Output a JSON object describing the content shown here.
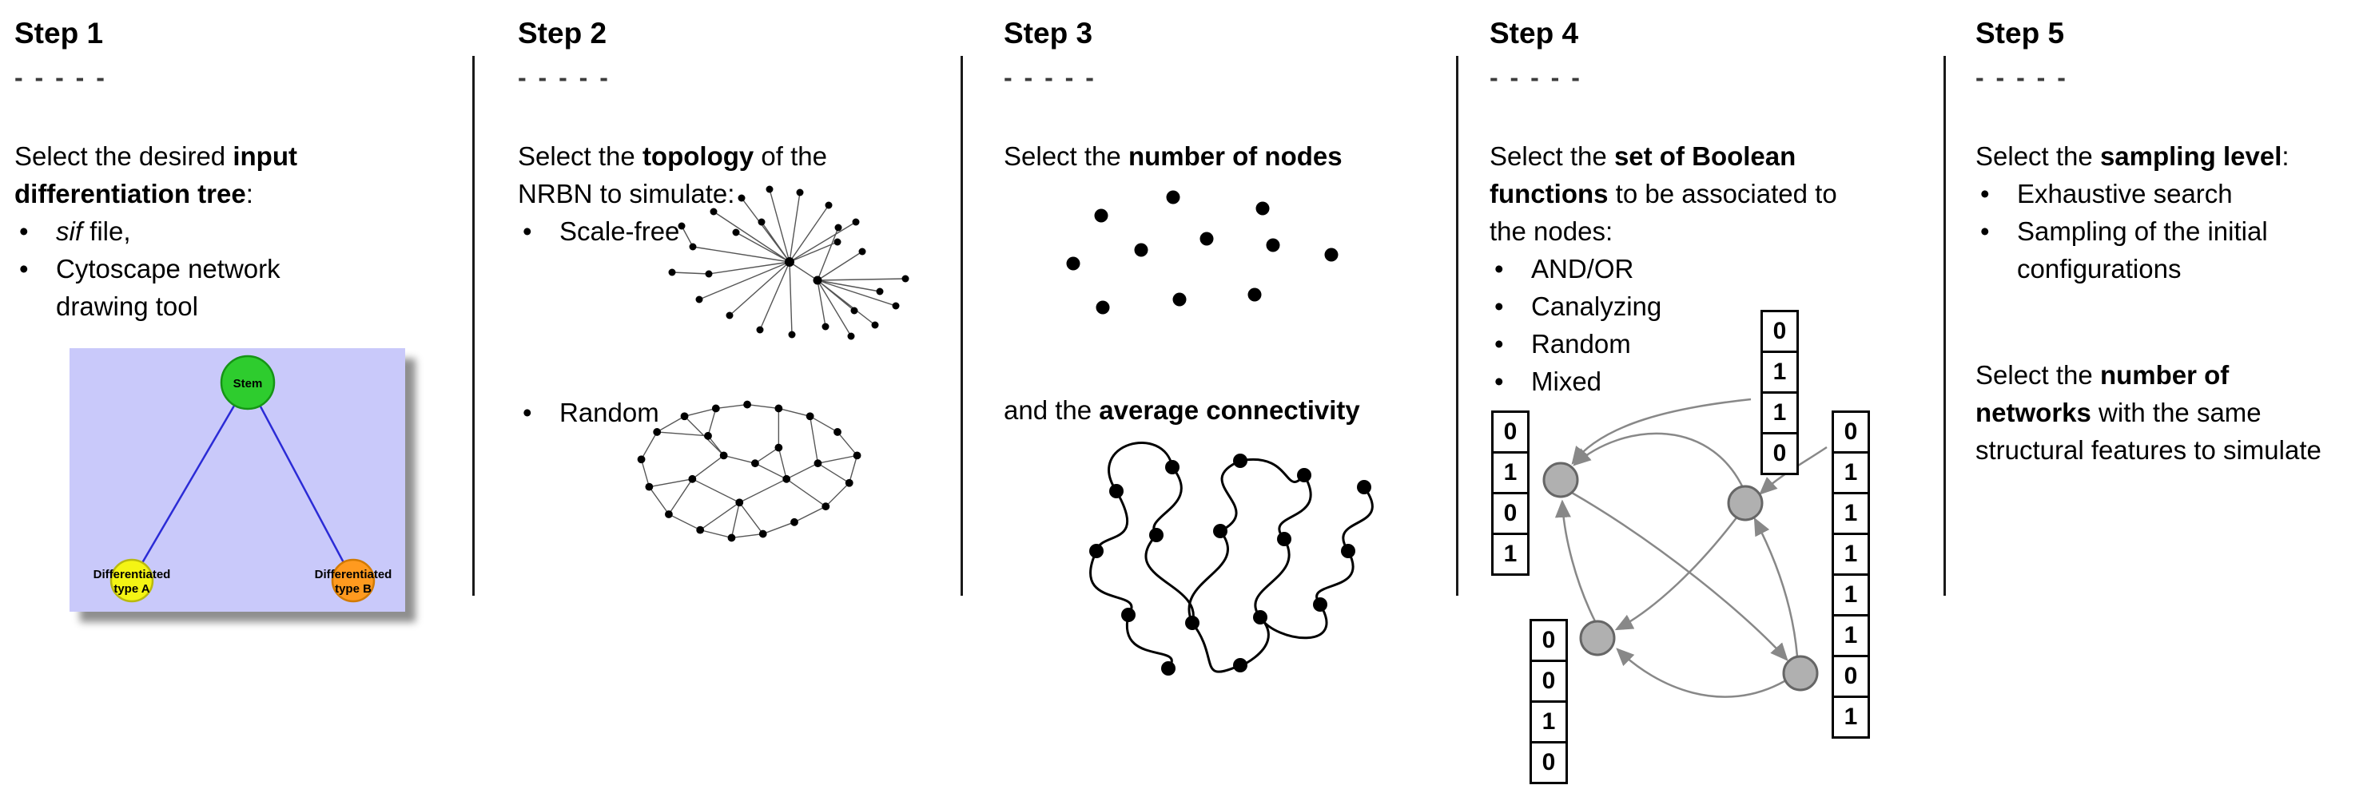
{
  "ui": {
    "bullet": "•"
  },
  "step1": {
    "title": "Step 1",
    "dashes": "- - - - -",
    "intro": {
      "pre": "Select the desired ",
      "bold1": "input",
      "bold2": "differentiation tree",
      "post": ":"
    },
    "bullets": {
      "b1_italic": "sif",
      "b1_rest": " file,",
      "b2_line1": "Cytoscape network",
      "b2_line2": "drawing tool"
    },
    "tree": {
      "root": "Stem",
      "left1": "Differentiated",
      "left2": "type A",
      "right1": "Differentiated",
      "right2": "type B",
      "root_color": "#2ecc2e",
      "left_color": "#f4f414",
      "right_color": "#ff9a1f",
      "edge_color": "#2b2bd6",
      "bg_color": "#c9c9fa"
    }
  },
  "step2": {
    "title": "Step 2",
    "dashes": "- - - - -",
    "intro": {
      "pre": "Select the ",
      "bold": "topology",
      "mid": " of the",
      "line2": "NRBN to simulate:"
    },
    "bullets": {
      "b1": "Scale-free",
      "b2": "Random"
    }
  },
  "step3": {
    "title": "Step 3",
    "dashes": "- - - - -",
    "line1": {
      "pre": "Select the ",
      "bold": "number of nodes"
    },
    "line2": {
      "pre": "and the ",
      "bold": "average connectivity"
    }
  },
  "step4": {
    "title": "Step 4",
    "dashes": "- - - - -",
    "intro": {
      "pre": "Select the ",
      "bold1": "set of Boolean",
      "bold2": "functions",
      "mid": " to be associated to",
      "line3": "the nodes:"
    },
    "bullets": {
      "b1": "AND/OR",
      "b2": "Canalyzing",
      "b3": "Random",
      "b4": "Mixed"
    },
    "tables": {
      "top": [
        "0",
        "1",
        "1",
        "0"
      ],
      "left": [
        "0",
        "1",
        "0",
        "1"
      ],
      "right": [
        "0",
        "1",
        "1",
        "1",
        "1",
        "1",
        "0",
        "1"
      ],
      "bottom": [
        "0",
        "0",
        "1",
        "0"
      ]
    }
  },
  "step5": {
    "title": "Step 5",
    "dashes": "- - - - -",
    "intro": {
      "pre": "Select the ",
      "bold": "sampling level",
      "post": ":"
    },
    "bullets": {
      "b1": "Exhaustive search",
      "b2_line1": "Sampling of the initial",
      "b2_line2": "configurations"
    },
    "para": {
      "pre": "Select the ",
      "bold1": "number of",
      "bold2": "networks",
      "mid": " with the same",
      "line3": "structural features to simulate"
    }
  }
}
